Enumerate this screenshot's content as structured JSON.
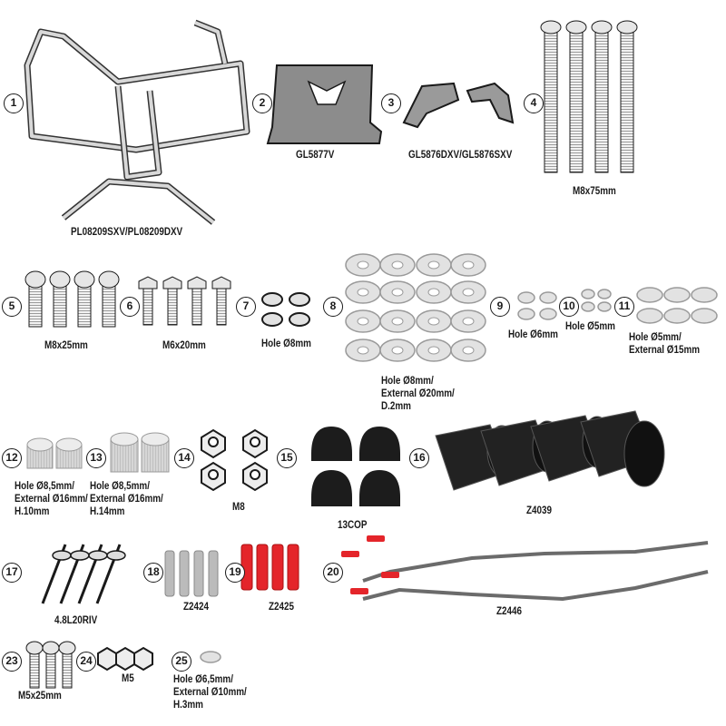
{
  "items": [
    {
      "number": "1",
      "label": "PL08209SXV/PL08209DXV"
    },
    {
      "number": "2",
      "label": "GL5877V"
    },
    {
      "number": "3",
      "label": "GL5876DXV/GL5876SXV"
    },
    {
      "number": "4",
      "label": "M8x75mm"
    },
    {
      "number": "5",
      "label": "M8x25mm"
    },
    {
      "number": "6",
      "label": "M6x20mm"
    },
    {
      "number": "7",
      "label": "Hole Ø8mm"
    },
    {
      "number": "8",
      "label": [
        "Hole Ø8mm/",
        "External Ø20mm/",
        "D.2mm"
      ]
    },
    {
      "number": "9",
      "label": "Hole Ø6mm"
    },
    {
      "number": "10",
      "label": "Hole Ø5mm"
    },
    {
      "number": "11",
      "label": [
        "Hole Ø5mm/",
        "External Ø15mm"
      ]
    },
    {
      "number": "12",
      "label": [
        "Hole Ø8,5mm/",
        "External Ø16mm/",
        "H.10mm"
      ]
    },
    {
      "number": "13",
      "label": [
        "Hole Ø8,5mm/",
        "External Ø16mm/",
        "H.14mm"
      ]
    },
    {
      "number": "14",
      "label": "M8"
    },
    {
      "number": "15",
      "label": "13COP"
    },
    {
      "number": "16",
      "label": "Z4039"
    },
    {
      "number": "17",
      "label": "4.8L20RIV"
    },
    {
      "number": "18",
      "label": "Z2424"
    },
    {
      "number": "19",
      "label": "Z2425"
    },
    {
      "number": "20",
      "label": "Z2446"
    },
    {
      "number": "23",
      "label": "M5x25mm"
    },
    {
      "number": "24",
      "label": "M5"
    },
    {
      "number": "25",
      "label": [
        "Hole Ø6,5mm/",
        "External Ø10mm/",
        "H.3mm"
      ]
    }
  ],
  "colors": {
    "line": "#1a1a1a",
    "part_gray": "#8c8c8c",
    "washer": "#e2e2e2",
    "cap_black": "#1c1c1c",
    "connector_red": "#e4252a"
  }
}
